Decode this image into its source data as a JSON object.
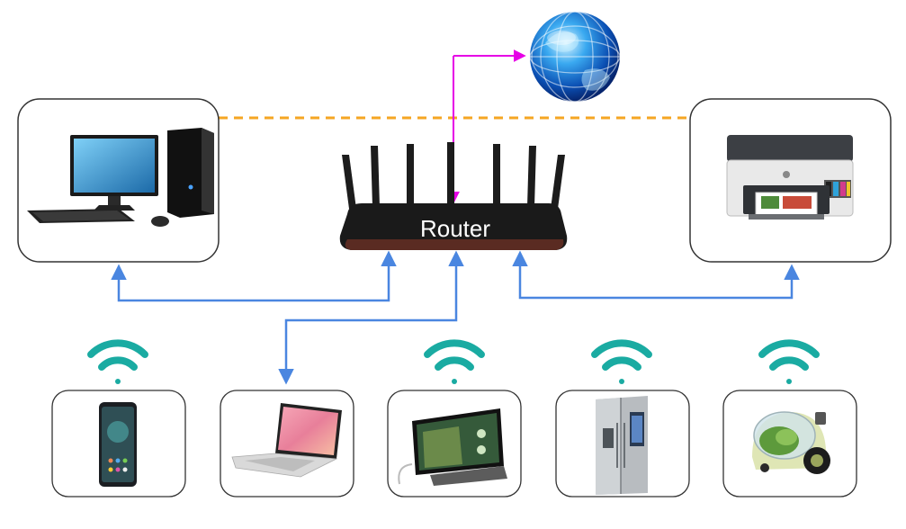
{
  "router": {
    "label": "Router"
  },
  "colors": {
    "lan_link": "#4a86e0",
    "wan_link": "#e600e6",
    "dashed_link": "#f5a623",
    "wifi": "#1aaba2",
    "box_border": "#333333"
  },
  "nodes": [
    {
      "id": "desktop-pc",
      "icon": "desktop-computer-icon",
      "wifi": false
    },
    {
      "id": "printer",
      "icon": "printer-icon",
      "wifi": false
    },
    {
      "id": "internet",
      "icon": "globe-icon",
      "wifi": false
    },
    {
      "id": "smartphone",
      "icon": "smartphone-icon",
      "wifi": true
    },
    {
      "id": "laptop",
      "icon": "laptop-icon",
      "wifi": false
    },
    {
      "id": "tablet",
      "icon": "tablet-on-dock-icon",
      "wifi": true
    },
    {
      "id": "smart-fridge",
      "icon": "refrigerator-icon",
      "wifi": true
    },
    {
      "id": "robot",
      "icon": "robot-device-icon",
      "wifi": true
    }
  ]
}
